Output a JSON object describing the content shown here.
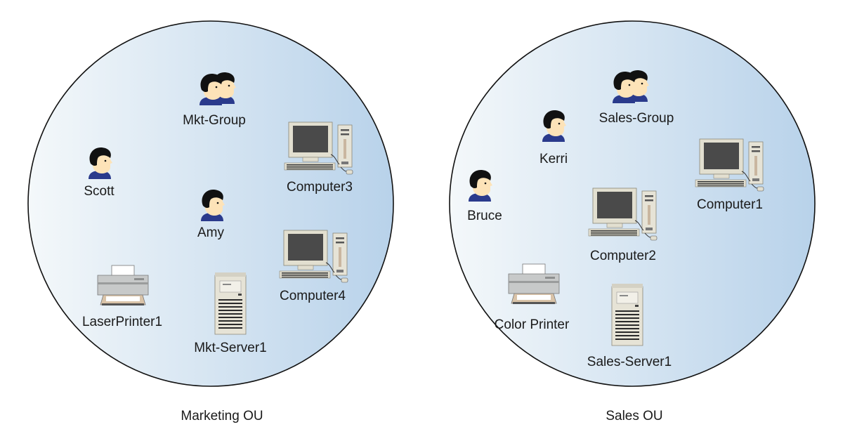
{
  "ous": [
    {
      "label": "Marketing OU",
      "items": [
        {
          "kind": "group",
          "label": "Mkt-Group",
          "icon": "user-group-icon"
        },
        {
          "kind": "user",
          "label": "Scott",
          "icon": "user-icon"
        },
        {
          "kind": "user",
          "label": "Amy",
          "icon": "user-icon"
        },
        {
          "kind": "computer",
          "label": "Computer3",
          "icon": "computer-icon"
        },
        {
          "kind": "computer",
          "label": "Computer4",
          "icon": "computer-icon"
        },
        {
          "kind": "printer",
          "label": "LaserPrinter1",
          "icon": "printer-icon"
        },
        {
          "kind": "server",
          "label": "Mkt-Server1",
          "icon": "server-icon"
        }
      ]
    },
    {
      "label": "Sales OU",
      "items": [
        {
          "kind": "group",
          "label": "Sales-Group",
          "icon": "user-group-icon"
        },
        {
          "kind": "user",
          "label": "Kerri",
          "icon": "user-icon"
        },
        {
          "kind": "user",
          "label": "Bruce",
          "icon": "user-icon"
        },
        {
          "kind": "computer",
          "label": "Computer1",
          "icon": "computer-icon"
        },
        {
          "kind": "computer",
          "label": "Computer2",
          "icon": "computer-icon"
        },
        {
          "kind": "printer",
          "label": "Color Printer",
          "icon": "printer-icon"
        },
        {
          "kind": "server",
          "label": "Sales-Server1",
          "icon": "server-icon"
        }
      ]
    }
  ],
  "colors": {
    "circle_left": "#f4f8fa",
    "circle_right": "#b8d2ea",
    "circle_stroke": "#111111",
    "face": "#fde3b8",
    "hair": "#111111",
    "shirt": "#2a3a8c",
    "monitor_body": "#e2dfd0",
    "screen": "#4a4a4a",
    "tower": "#e6e3d6",
    "accent": "#c9b6a0",
    "printer_body": "#c7c9c9",
    "paper_tray": "#d9c3a8"
  }
}
